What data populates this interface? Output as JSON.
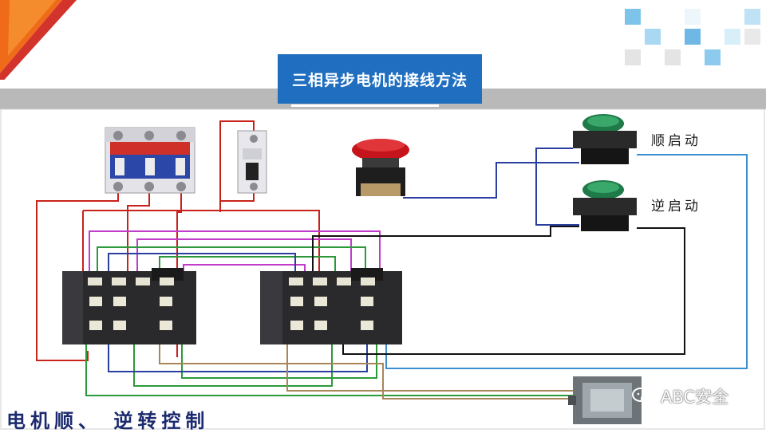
{
  "title": "三相异步电机的接线方法",
  "labels": {
    "forward_start": "顺启动",
    "reverse_start": "逆启动"
  },
  "caption": "电机顺、 逆转控制",
  "watermark": "ABC安全",
  "colors": {
    "title_bg": "#1f6ec0",
    "band": "#b9b9b9",
    "wire_red": "#c8231b",
    "wire_magenta": "#c23ccc",
    "wire_green": "#2c9a3a",
    "wire_blue": "#2a3fa0",
    "wire_black": "#111111",
    "wire_cyan": "#3a8fd0",
    "wire_tan": "#a8865a",
    "button_green": "#1f7a4a",
    "button_red": "#c6141c"
  },
  "icons": [
    "corner-triangle-decor",
    "square-pattern-decor",
    "wechat-icon"
  ]
}
